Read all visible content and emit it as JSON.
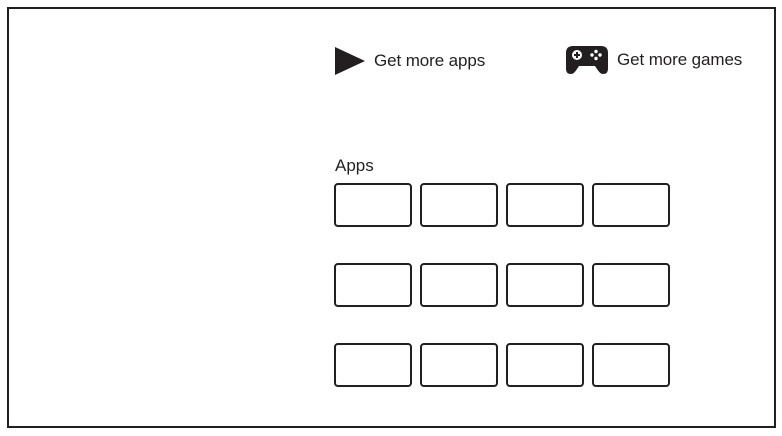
{
  "actions": {
    "get_more_apps": "Get more apps",
    "get_more_games": "Get more games"
  },
  "apps_section": {
    "title": "Apps",
    "rows": 3,
    "columns": 4
  },
  "icons": {
    "apps": "play-triangle-icon",
    "games": "gamepad-icon"
  },
  "colors": {
    "ink": "#231f20",
    "background": "#ffffff"
  }
}
